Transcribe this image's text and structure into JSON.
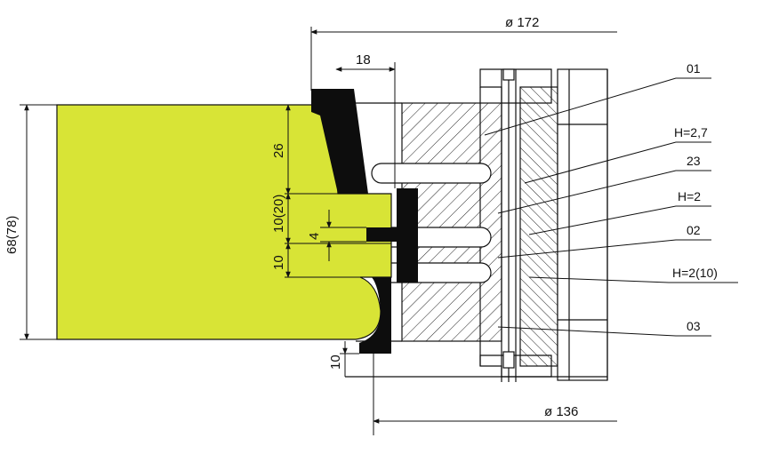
{
  "dimensions": {
    "outer_diameter": "ø 172",
    "inner_diameter": "ø 136",
    "cutter_width": "18",
    "total_height": "68(78)",
    "upper_profile": "26",
    "tenon_slot": "10(20)",
    "groove": "4",
    "lower_profile": "10",
    "bottom_offset": "10"
  },
  "part_labels": [
    "01",
    "H=2,7",
    "23",
    "H=2",
    "02",
    "H=2(10)",
    "03"
  ],
  "colors": {
    "workpiece": "#d8e436",
    "cutter": "#0d0d0d",
    "line": "#111111"
  }
}
